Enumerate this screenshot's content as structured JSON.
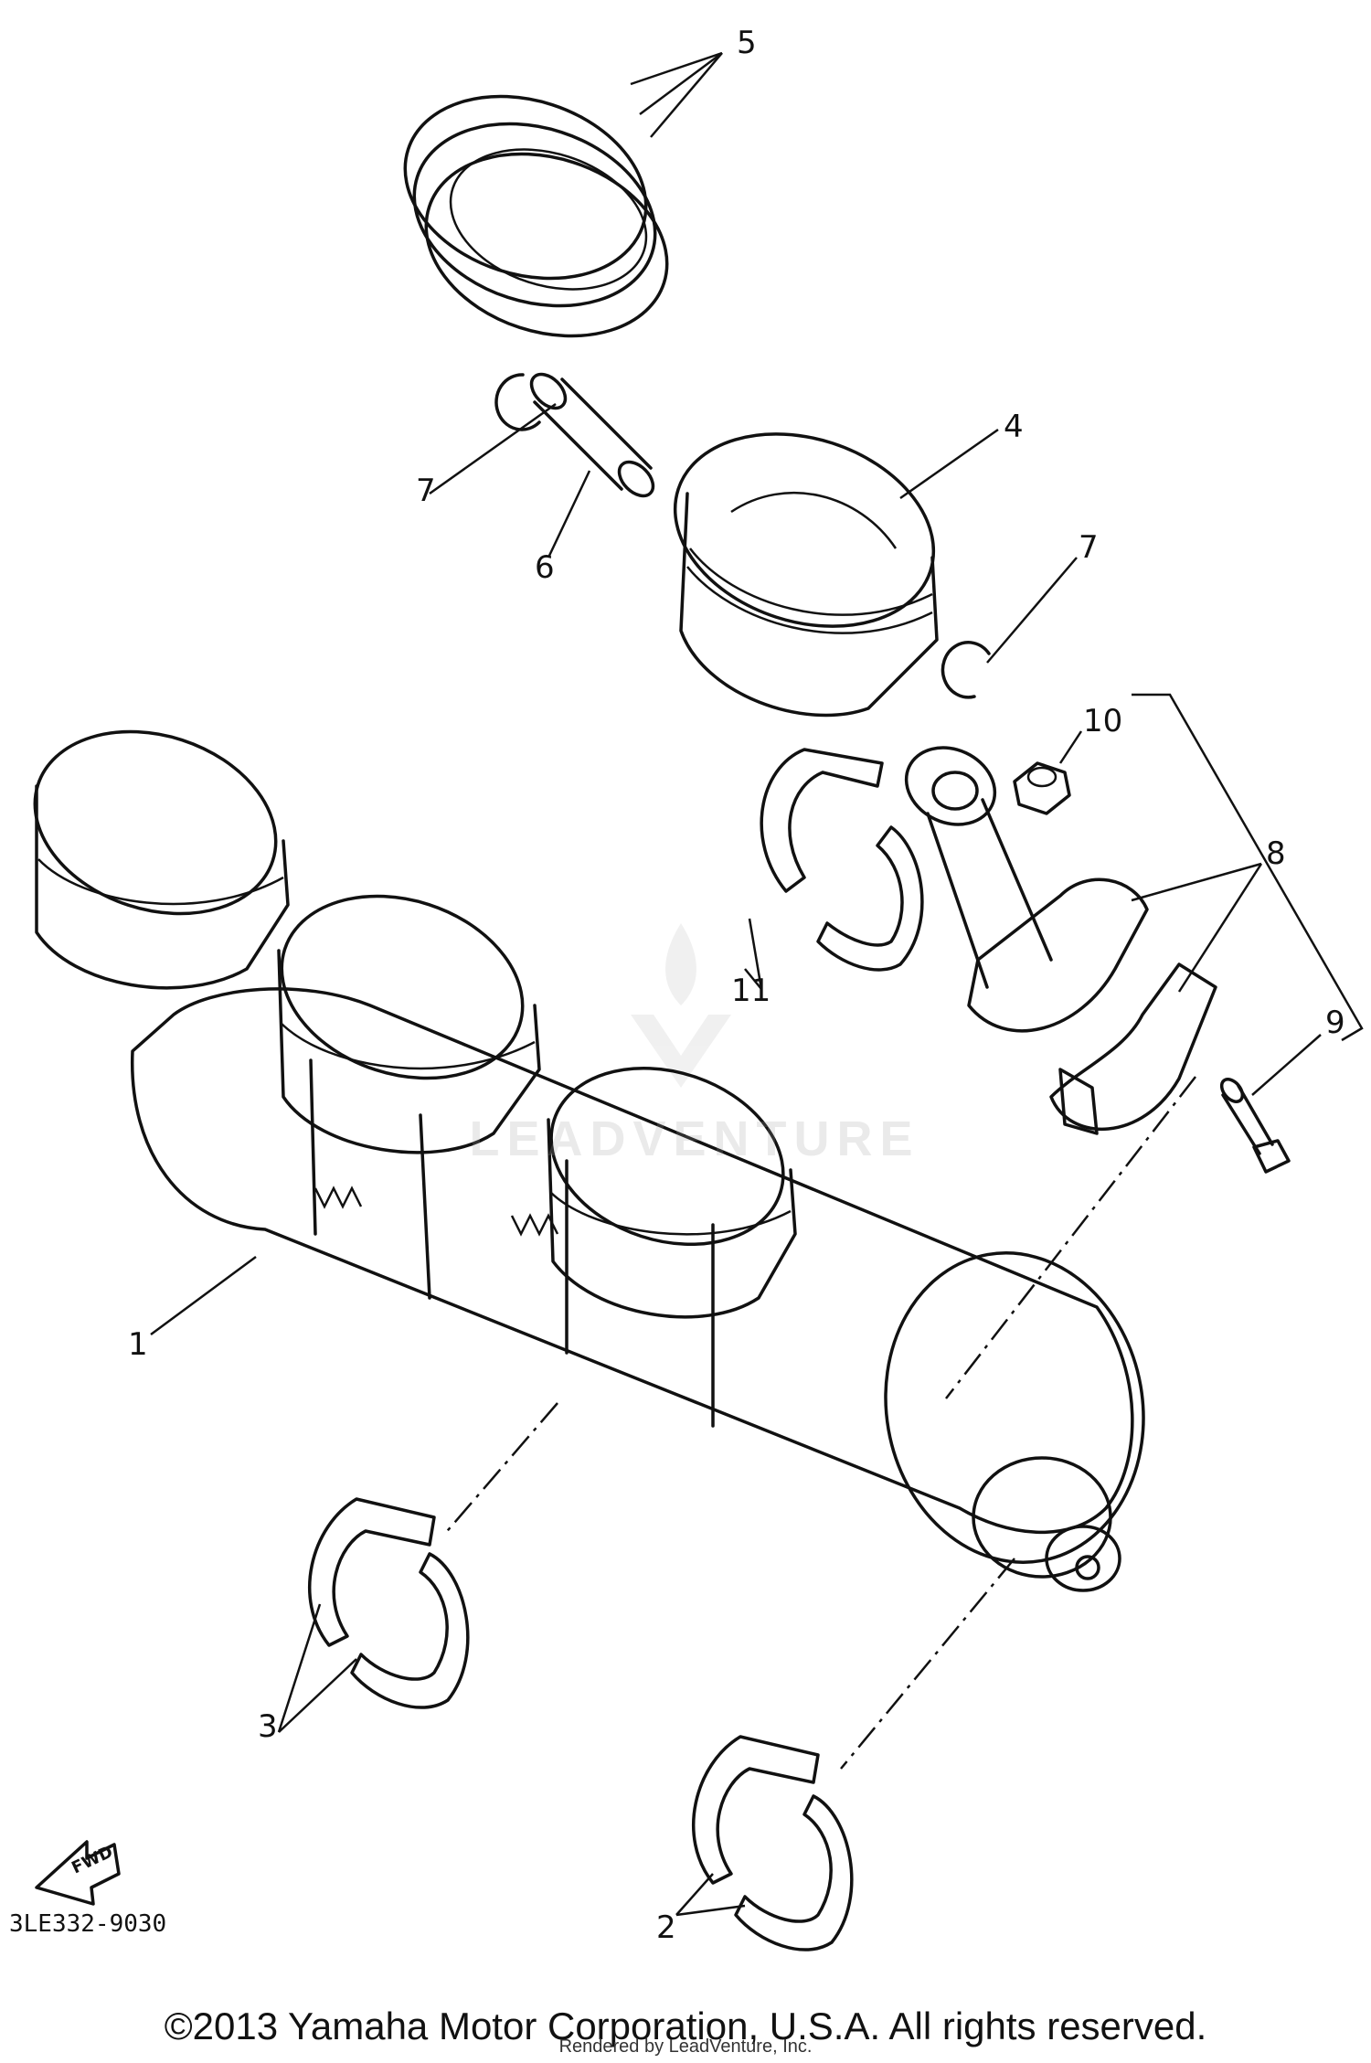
{
  "diagram_code": "3LE332-9030",
  "copyright": "©2013 Yamaha Motor Corporation, U.S.A. All rights reserved.",
  "rendered_by": "Rendered by LeadVenture, Inc.",
  "watermark_text": "LEADVENTURE",
  "fwd_label": "FWD",
  "callouts": {
    "c1": "1",
    "c2": "2",
    "c3": "3",
    "c4": "4",
    "c5": "5",
    "c6": "6",
    "c7a": "7",
    "c7b": "7",
    "c8": "8",
    "c9": "9",
    "c10": "10",
    "c11": "11"
  }
}
